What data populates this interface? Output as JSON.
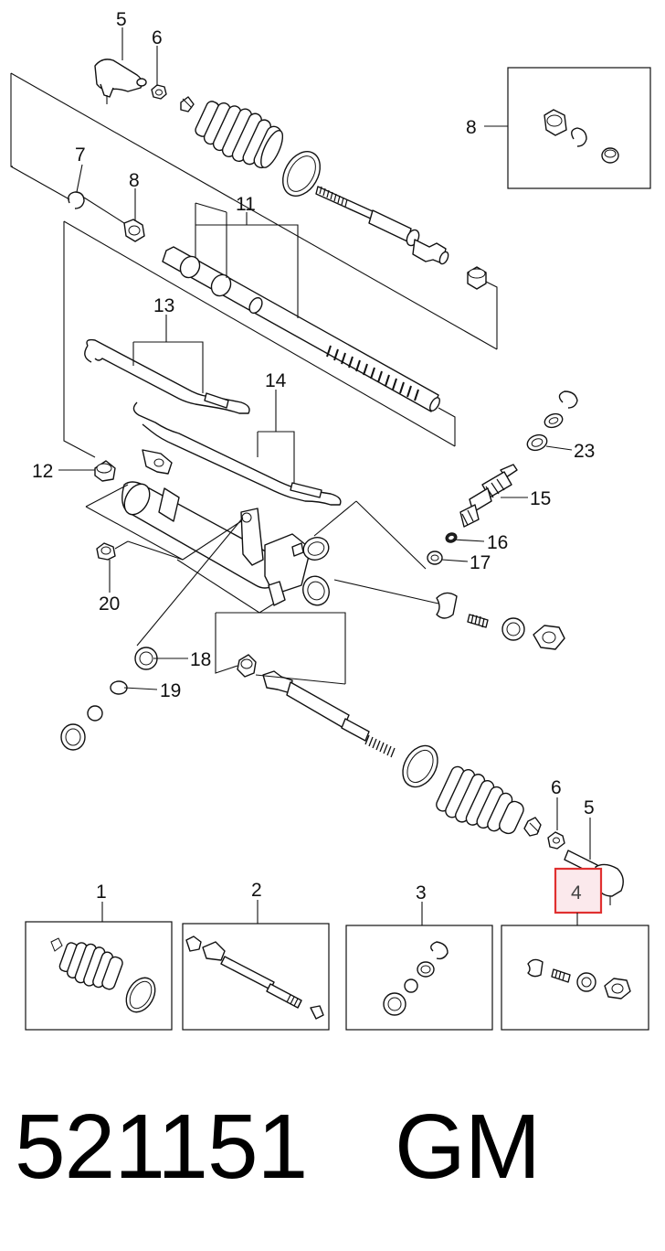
{
  "callouts": {
    "c5_top": "5",
    "c6_top": "6",
    "c7": "7",
    "c8_mid": "8",
    "c8_box": "8",
    "c11": "11",
    "c12": "12",
    "c13": "13",
    "c14": "14",
    "c15": "15",
    "c16": "16",
    "c17": "17",
    "c18": "18",
    "c19": "19",
    "c20": "20",
    "c23": "23",
    "c6_bottom": "6",
    "c5_bottom": "5",
    "c1": "1",
    "c2": "2",
    "c3": "3",
    "c4": "4"
  },
  "highlight_color": "#e03030",
  "part_number": "521151",
  "brand": "GM"
}
